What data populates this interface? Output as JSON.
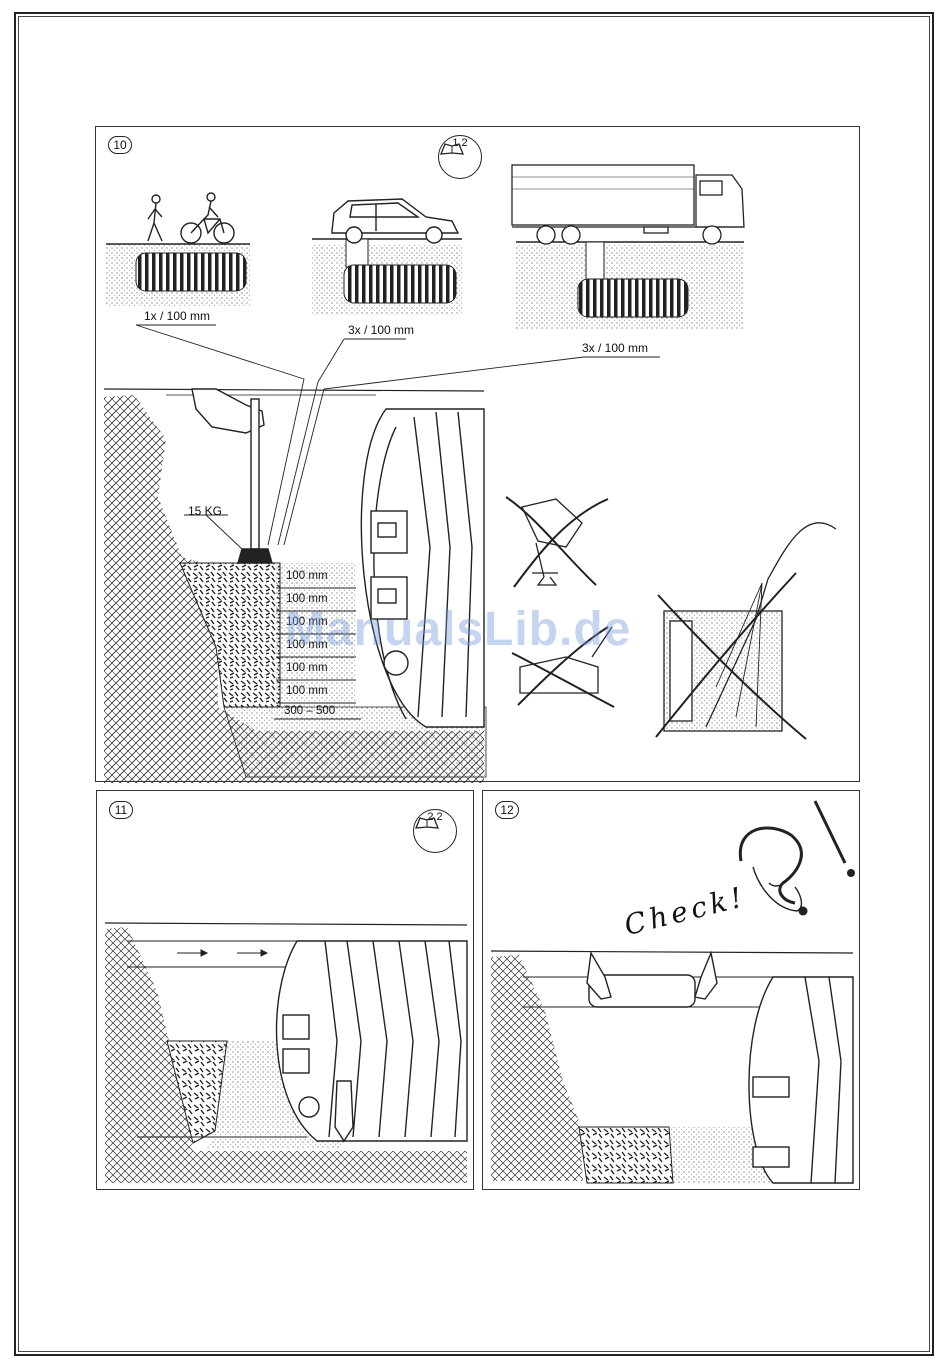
{
  "panel_10": {
    "step": "10",
    "reference": "1.2",
    "load_labels": [
      "1x / 100 mm",
      "3x / 100 mm",
      "3x / 100 mm"
    ],
    "tamper_weight": "15 KG",
    "layer_label": "100 mm",
    "layer_count": 6,
    "distance_label": "300 – 500"
  },
  "panel_11": {
    "step": "11",
    "reference": "2.2"
  },
  "panel_12": {
    "step": "12",
    "check_text": "Check!"
  },
  "watermark": "ManualsLib.de"
}
